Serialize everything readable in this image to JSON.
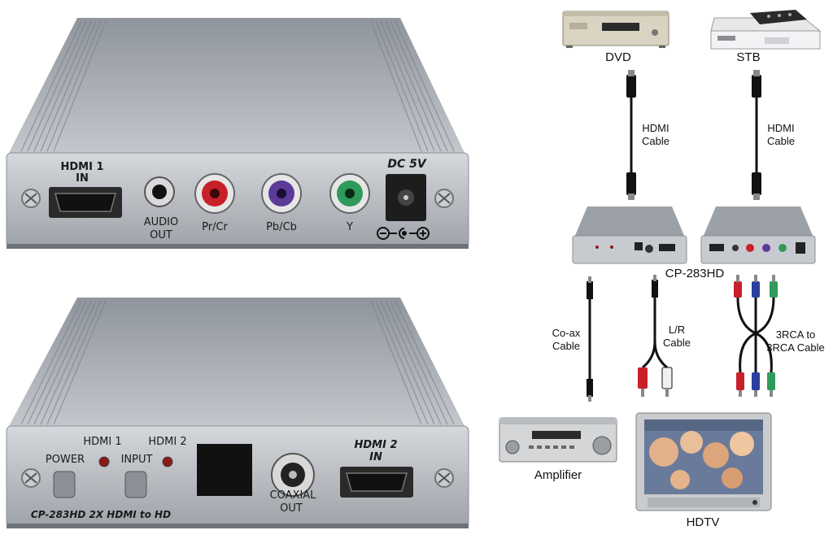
{
  "top_unit": {
    "hdmi1_in": [
      "HDMI 1",
      "IN"
    ],
    "audio_out": [
      "AUDIO",
      "OUT"
    ],
    "pr_cr": "Pr/Cr",
    "pb_cb": "Pb/Cb",
    "y": "Y",
    "dc5v": "DC 5V"
  },
  "bottom_unit": {
    "hdmi1": "HDMI 1",
    "hdmi2": "HDMI 2",
    "power": "POWER",
    "input": "INPUT",
    "coaxial_out": [
      "COAXIAL",
      "OUT"
    ],
    "hdmi2_in": [
      "HDMI 2",
      "IN"
    ],
    "model_text": "CP-283HD 2X HDMI to HD"
  },
  "diagram": {
    "dvd": "DVD",
    "stb": "STB",
    "hdmi_cable_1": [
      "HDMI",
      "Cable"
    ],
    "hdmi_cable_2": [
      "HDMI",
      "Cable"
    ],
    "device": "CP-283HD",
    "coax_cable": [
      "Co-ax",
      "Cable"
    ],
    "lr_cable": [
      "L/R",
      "Cable"
    ],
    "rca_cable": [
      "3RCA to",
      "3RCA Cable"
    ],
    "amplifier": "Amplifier",
    "hdtv": "HDTV"
  },
  "colors": {
    "chassis": "#a9adb2",
    "red_jack": "#c8202a",
    "blue_jack": "#5b3a9a",
    "green_jack": "#2f9a5a",
    "cable": "#111111"
  }
}
